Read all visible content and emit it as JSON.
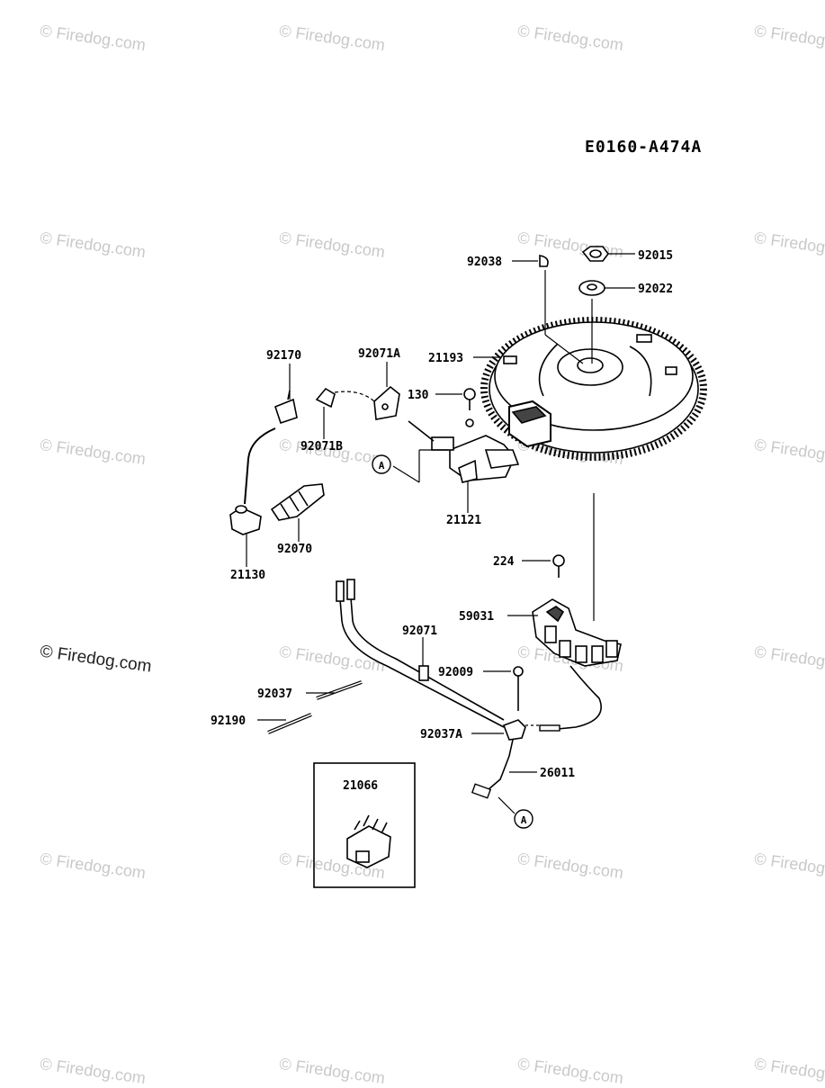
{
  "diagram_code": "E0160-A474A",
  "watermark": "© Firedog.com",
  "parts": {
    "p92038": "92038",
    "p92015": "92015",
    "p92022": "92022",
    "p21193": "21193",
    "p92170": "92170",
    "p92071A": "92071A",
    "p130": "130",
    "p92071B": "92071B",
    "p21121": "21121",
    "p92070": "92070",
    "p21130": "21130",
    "p224": "224",
    "p59031": "59031",
    "p92071": "92071",
    "p92009": "92009",
    "p92037": "92037",
    "p92190": "92190",
    "p92037A": "92037A",
    "p26011": "26011",
    "p21066": "21066"
  },
  "connector_ref": "A"
}
